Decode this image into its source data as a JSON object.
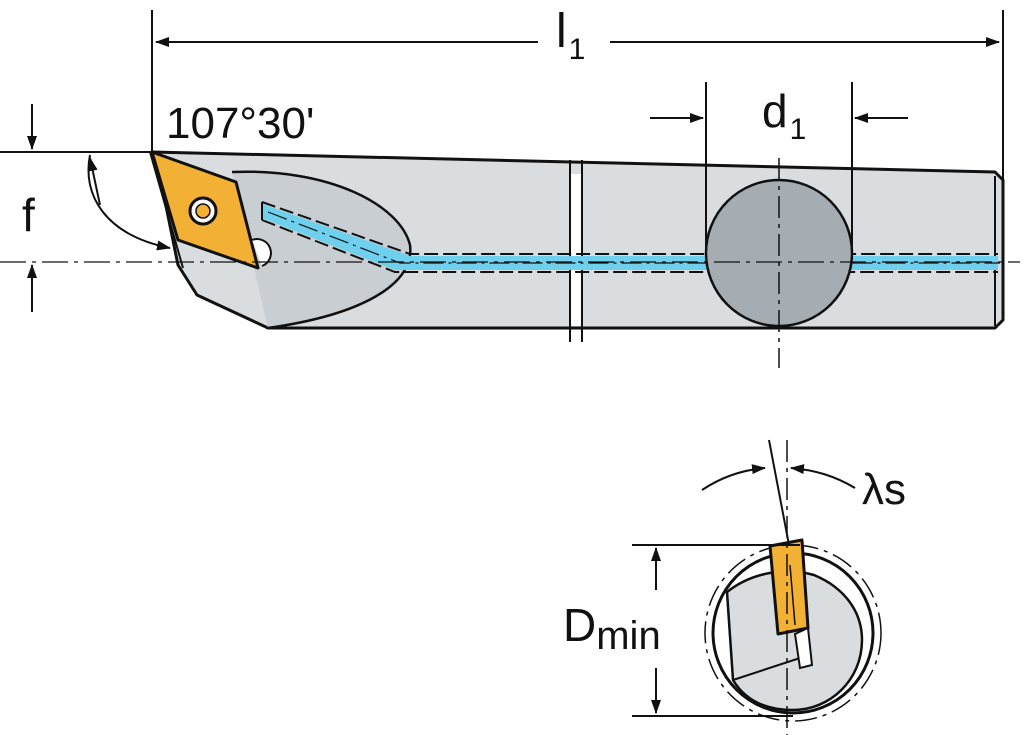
{
  "colors": {
    "background": "#ffffff",
    "body_fill": "#d9dde0",
    "body_shade": "#c9ced2",
    "clamp_disc": "#a6adb2",
    "insert": "#f2b035",
    "coolant": "#6ed0ec",
    "line": "#111111"
  },
  "labels": {
    "l1": {
      "main": "l",
      "sub": "1"
    },
    "d1": {
      "main": "d",
      "sub": "1"
    },
    "angle": "107°30'",
    "f": "f",
    "lambda_s": "λs",
    "dmin": {
      "main": "D",
      "sub": "min"
    }
  }
}
